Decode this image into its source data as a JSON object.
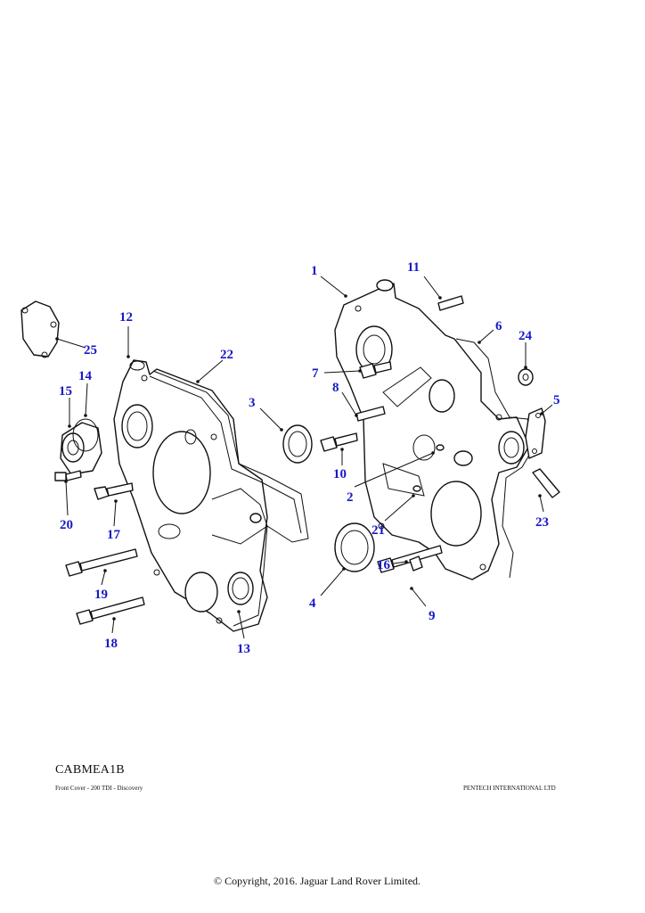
{
  "diagram": {
    "reference_code": "CABMEA1B",
    "caption_left": "Front Cover - 200 TDI - Discovery",
    "caption_right": "PENTECH INTERNATIONAL LTD",
    "copyright": "© Copyright, 2016. Jaguar Land Rover Limited.",
    "callouts": [
      "1",
      "2",
      "3",
      "4",
      "5",
      "6",
      "7",
      "8",
      "9",
      "10",
      "11",
      "12",
      "13",
      "14",
      "15",
      "16",
      "17",
      "18",
      "19",
      "20",
      "21",
      "22",
      "23",
      "24",
      "25"
    ]
  }
}
